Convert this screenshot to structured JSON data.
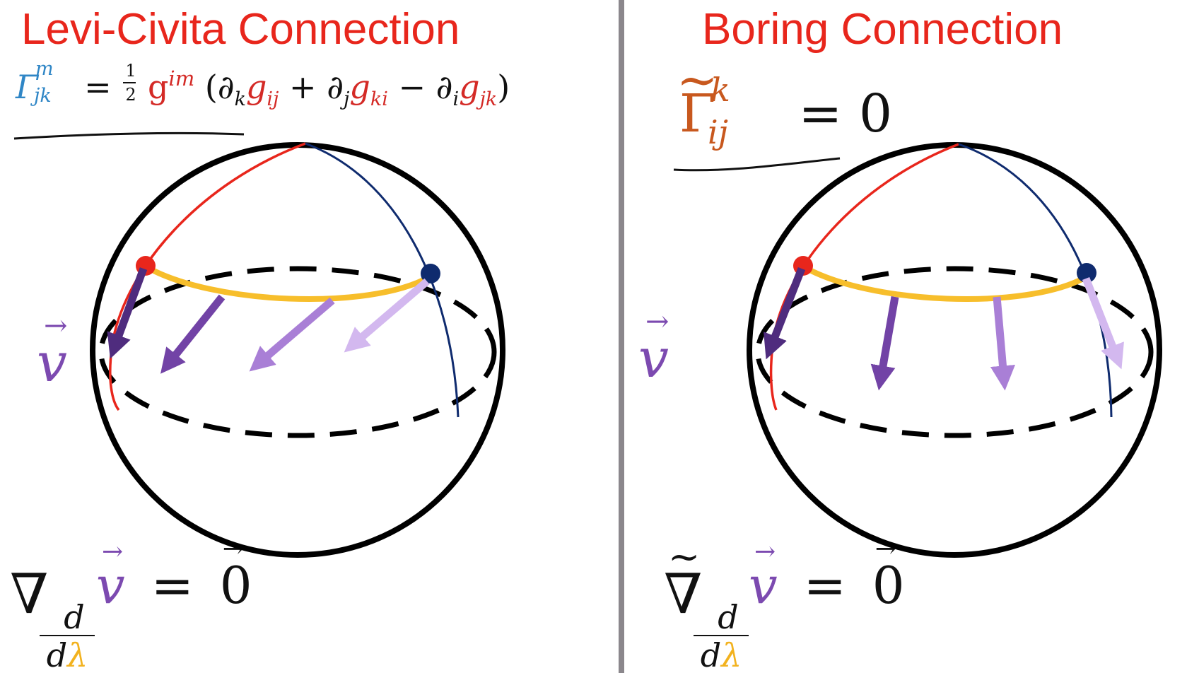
{
  "left": {
    "title": "Levi-Civita Connection",
    "formula": {
      "gamma": "Γ",
      "gamma_sup": "m",
      "gamma_sub": "jk",
      "equals": "=",
      "half_num": "1",
      "half_den": "2",
      "metric": "g",
      "metric_sup": "im",
      "open_paren": "(",
      "partial_1": "∂",
      "partial_1_sub": "k",
      "g_1": "g",
      "g_1_sub": "ij",
      "plus": "+",
      "partial_2": "∂",
      "partial_2_sub": "j",
      "g_2": "g",
      "g_2_sub": "ki",
      "minus": "−",
      "partial_3": "∂",
      "partial_3_sub": "i",
      "g_3": "g",
      "g_3_sub": "jk",
      "close_paren": ")"
    },
    "vector_label": "v",
    "equation": {
      "nabla": "∇",
      "d_num": "d",
      "d_den": "d",
      "lambda": "λ",
      "v": "v",
      "equals": "=",
      "zero": "0"
    }
  },
  "right": {
    "title": "Boring Connection",
    "formula": {
      "gamma": "Γ",
      "gamma_sup": "k",
      "gamma_sub": "ij",
      "equals": "=",
      "zero": "0"
    },
    "vector_label": "v",
    "equation": {
      "nabla": "∇",
      "d_num": "d",
      "d_den": "d",
      "lambda": "λ",
      "v": "v",
      "equals": "=",
      "zero": "0"
    }
  },
  "colors": {
    "title": "#e8261c",
    "christoffel_blue": "#2f86c6",
    "christoffel_orange": "#c8581e",
    "metric_red": "#d42a26",
    "vector_purple": "#7c4ab0",
    "lambda_yellow": "#f2b21e",
    "path_yellow": "#f7be2b",
    "meridian_red": "#e8261c",
    "meridian_navy": "#0f2b6e",
    "arrow_shades": [
      "#4f2c7e",
      "#7243a6",
      "#a97fd6",
      "#d3b8ef"
    ],
    "divider": "#8b878c"
  }
}
